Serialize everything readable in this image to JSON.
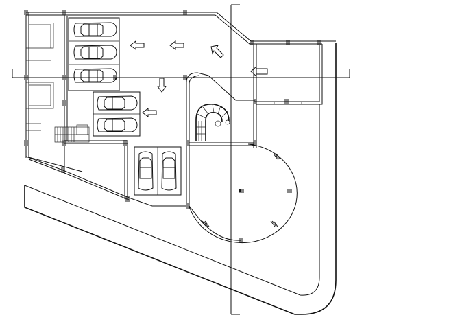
{
  "drawing": {
    "type": "parking floor plan",
    "line_color": "#111111",
    "background": "#ffffff"
  },
  "parking": {
    "groups": [
      {
        "id": "left-bays",
        "count": 3,
        "orientation": "horizontal"
      },
      {
        "id": "middle-bays",
        "count": 2,
        "orientation": "horizontal"
      },
      {
        "id": "bottom-bays",
        "count": 2,
        "orientation": "vertical"
      }
    ]
  },
  "arrows": [
    {
      "id": "flow-1",
      "direction": "left"
    },
    {
      "id": "flow-2",
      "direction": "left"
    },
    {
      "id": "flow-3",
      "direction": "up-left"
    },
    {
      "id": "flow-4",
      "direction": "down"
    },
    {
      "id": "flow-5",
      "direction": "left"
    },
    {
      "id": "entry",
      "direction": "left"
    }
  ],
  "features": [
    "spiral-ramp",
    "circular-plaza",
    "stair",
    "curved-drive"
  ]
}
